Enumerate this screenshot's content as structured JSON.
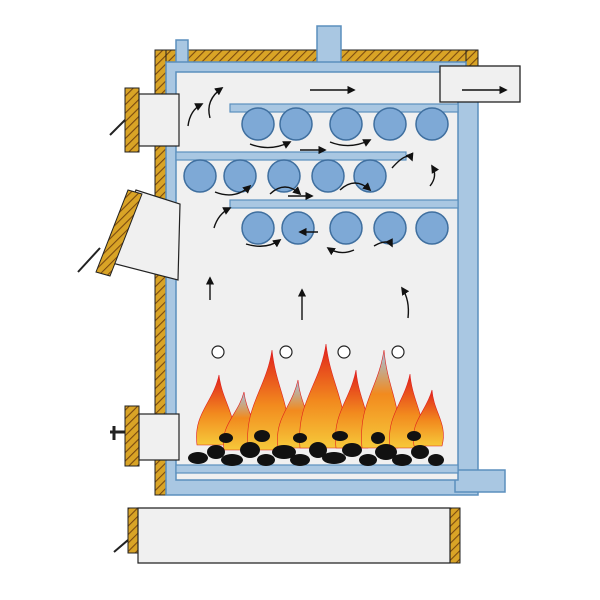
{
  "colors": {
    "water": "#a9c7e2",
    "water_stroke": "#5b8fbd",
    "tube": "#7ea9d6",
    "tube_stroke": "#3f6f9f",
    "insulation": "#d9a426",
    "insulation_hatch": "#7a4a10",
    "chamber": "#f0f0f0",
    "outline": "#222222",
    "arrow": "#111111",
    "flame_red": "#e0201c",
    "flame_orange": "#f28a1e",
    "flame_yellow": "#f6c93a",
    "flame_blue": "#9fc3e6",
    "coal": "#111111"
  },
  "diagram": {
    "type": "boiler-cross-section",
    "icons": [
      "flow-arrow-icon",
      "fire-tube-icon",
      "flame-icon",
      "coal-icon",
      "door-handle-icon"
    ],
    "tube_rows": [
      5,
      5,
      5
    ],
    "air_inlets": 4
  }
}
